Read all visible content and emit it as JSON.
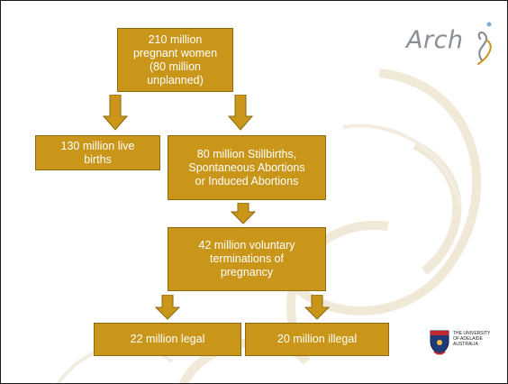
{
  "flowchart": {
    "top": "210 million\npregnant women\n(80 million\nunplanned)",
    "live_births": "130 million live\nbirths",
    "stillbirths": "80 million Stillbirths,\nSpontaneous Abortions\nor Induced Abortions",
    "voluntary": "42 million voluntary\nterminations of\npregnancy",
    "legal": "22 million legal",
    "illegal": "20 million illegal"
  },
  "logos": {
    "arch": "Arch",
    "university": "THE UNIVERSITY\nOF ADELAIDE\nAUSTRALIA"
  },
  "colors": {
    "box_fill": "#c9961a",
    "box_text": "#ffffff",
    "background": "#ffffff"
  }
}
